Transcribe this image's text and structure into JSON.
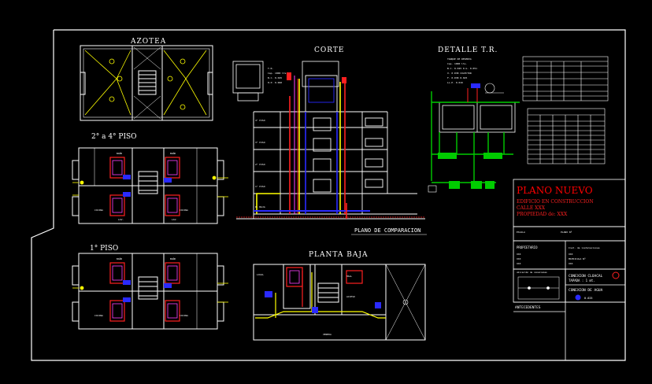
{
  "titles": {
    "azotea": "AZOTEA",
    "corte": "CORTE",
    "detalle": "DETALLE T.R.",
    "piso_2_4": "2° a 4° PISO",
    "piso_1": "1° PISO",
    "planta_baja": "PLANTA BAJA",
    "plano_comparacion": "PLANO DE COMPARACION"
  },
  "title_block": {
    "heading": "PLANO NUEVO",
    "line1": "EDIFICIO EN CONSTRUCCION",
    "line2": "CALLE     XXX",
    "line3": "PROPIEDAD de: XXX",
    "legend1": "CONEXION CLOACAL",
    "legend1_sub": "TAPADA : 1 mt.",
    "legend2": "CONEXION DE AGUA",
    "legend2_sub": "0.025",
    "antecedentes": "ANTECEDENTES",
    "propietario": "PROPIETARIO",
    "escala_label": "ESCALA",
    "plano_num": "PLANO Nº"
  },
  "colors": {
    "frame": "#ffffff",
    "cold_water": "#ffff00",
    "hot_water": "#ff2020",
    "drain": "#2a2aff",
    "vent": "#ff40ff",
    "cistern": "#00cc00",
    "text": "#ffffff",
    "accent": "#ff0000"
  }
}
